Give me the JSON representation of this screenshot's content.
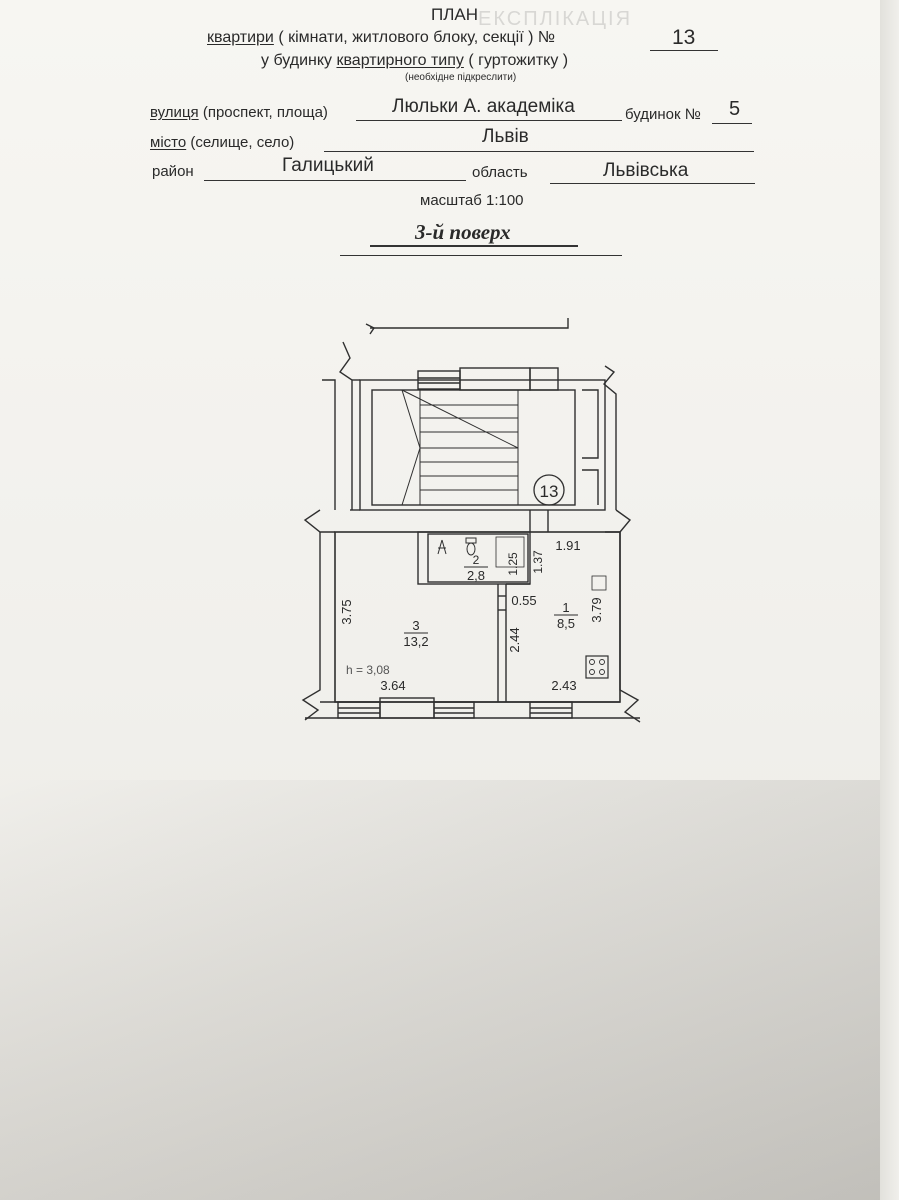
{
  "header": {
    "title": "ПЛАН",
    "line1_prefix": "квартири",
    "line1_rest": " ( кімнати, житлового блоку, секції ) №",
    "apartment_no": "13",
    "line2_prefix": "у будинку ",
    "line2_underlined": "квартирного типу",
    "line2_rest": " ( гуртожитку )",
    "note": "(необхідне підкреслити)"
  },
  "address": {
    "street_prefix": "вулиця",
    "street_rest": " (проспект, площа)",
    "street_value": "Люльки А. академіка",
    "house_label": "будинок №",
    "house_value": "5",
    "city_prefix": "місто",
    "city_rest": " (селище, село)",
    "city_value": "Львів",
    "district_label": "район",
    "district_value": "Галицький",
    "region_label": "область",
    "region_value": "Львівська"
  },
  "scale": "масштаб 1:100",
  "floor": "3-й поверх",
  "plan": {
    "apartment_marker": "13",
    "rooms": [
      {
        "num": "1",
        "area": "8,5"
      },
      {
        "num": "2",
        "area": "2,8"
      },
      {
        "num": "3",
        "area": "13,2"
      }
    ],
    "dims": {
      "d375": "3.75",
      "d364": "3.64",
      "d125": "1.25",
      "d137": "1.37",
      "d191": "1.91",
      "d055": "0.55",
      "d244": "2.44",
      "d379": "3.79",
      "d243": "2.43"
    },
    "height": "h = 3,08"
  },
  "colors": {
    "paper": "#f5f4f0",
    "ink": "#2a2a2a",
    "wall_line": "#333333"
  }
}
